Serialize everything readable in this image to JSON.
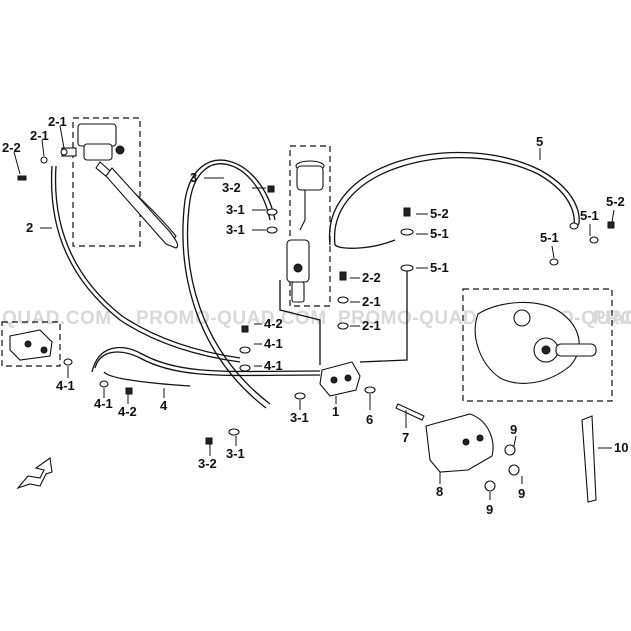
{
  "watermark": {
    "text_left": "QUAD.COM",
    "text_mid": "PROMO-QUAD.COM",
    "text_mid2": "PROMO-QUAD.COM",
    "text_mid3": "PROMO-QUAD.COM",
    "text_right": "PRO"
  },
  "callouts": {
    "c_2_2_tl": "2-2",
    "c_2_1_a": "2-1",
    "c_2_1_b": "2-1",
    "c_2": "2",
    "c_3": "3",
    "c_3_2_top": "3-2",
    "c_3_1_a": "3-1",
    "c_3_1_b": "3-1",
    "c_5": "5",
    "c_5_2_mid": "5-2",
    "c_5_1_a": "5-1",
    "c_5_1_b": "5-1",
    "c_5_1_r": "5-1",
    "c_5_2_r": "5-2",
    "c_5_1_left": "5-1",
    "c_2_2_mid": "2-2",
    "c_2_1_mid_a": "2-1",
    "c_2_1_mid_b": "2-1",
    "c_4_2_mid": "4-2",
    "c_4_1_mid_a": "4-1",
    "c_4_1_mid_b": "4-1",
    "c_4_1_left_a": "4-1",
    "c_4_1_left_b": "4-1",
    "c_4_2_left": "4-2",
    "c_4": "4",
    "c_3_1_bot": "3-1",
    "c_1": "1",
    "c_6": "6",
    "c_7": "7",
    "c_3_2_bot": "3-2",
    "c_3_1_bot2": "3-1",
    "c_8": "8",
    "c_9_a": "9",
    "c_9_b": "9",
    "c_9_c": "9",
    "c_10": "10"
  }
}
